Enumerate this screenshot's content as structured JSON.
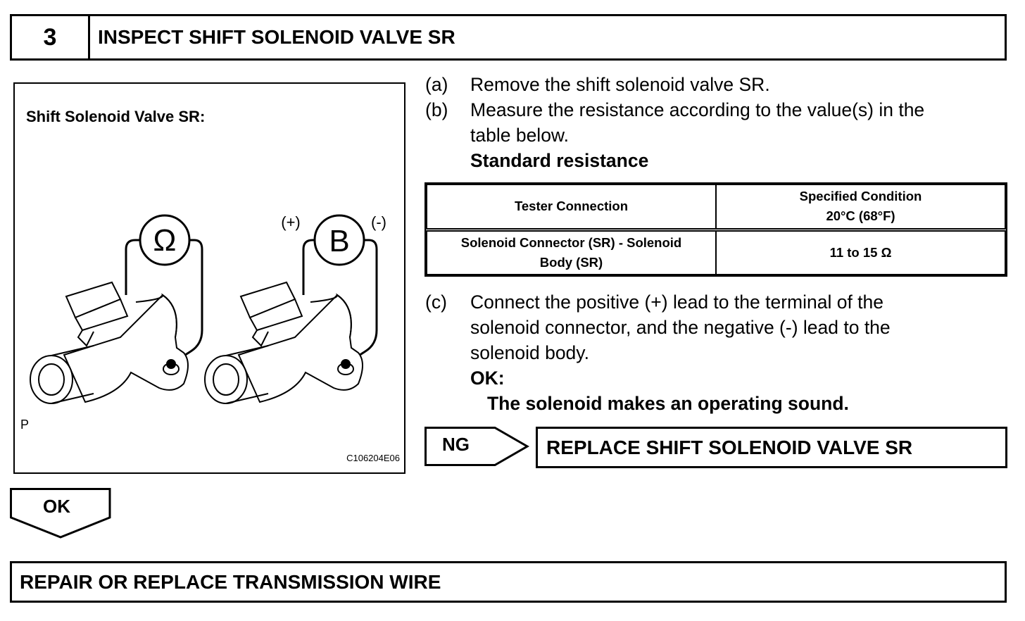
{
  "step": {
    "number": "3",
    "title": "INSPECT SHIFT SOLENOID VALVE SR"
  },
  "figure": {
    "title": "Shift Solenoid Valve SR:",
    "ohm_symbol": "Ω",
    "battery_symbol": "B",
    "plus_label": "(+)",
    "minus_label": "(-)",
    "corner_label": "P",
    "code": "C106204E06"
  },
  "instructions": {
    "a": {
      "label": "(a)",
      "text": "Remove the shift solenoid valve SR."
    },
    "b": {
      "label": "(b)",
      "line1": "Measure the resistance according to the value(s) in the",
      "line2": "table below."
    },
    "standard_heading": "Standard resistance",
    "c": {
      "label": "(c)",
      "line1": "Connect the positive (+) lead to the terminal of the",
      "line2": "solenoid connector, and the negative (-) lead to the",
      "line3": "solenoid body."
    },
    "ok_heading": "OK:",
    "ok_text": "The solenoid makes an operating sound."
  },
  "table": {
    "header_connection": "Tester Connection",
    "header_condition_line1": "Specified Condition",
    "header_condition_line2": "20°C (68°F)",
    "row_connection_line1": "Solenoid Connector (SR) - Solenoid",
    "row_connection_line2": "Body (SR)",
    "row_condition": "11 to 15 Ω"
  },
  "results": {
    "ng_label": "NG",
    "ng_action": "REPLACE SHIFT SOLENOID VALVE SR",
    "ok_label": "OK",
    "ok_action": "REPAIR OR REPLACE TRANSMISSION WIRE"
  }
}
